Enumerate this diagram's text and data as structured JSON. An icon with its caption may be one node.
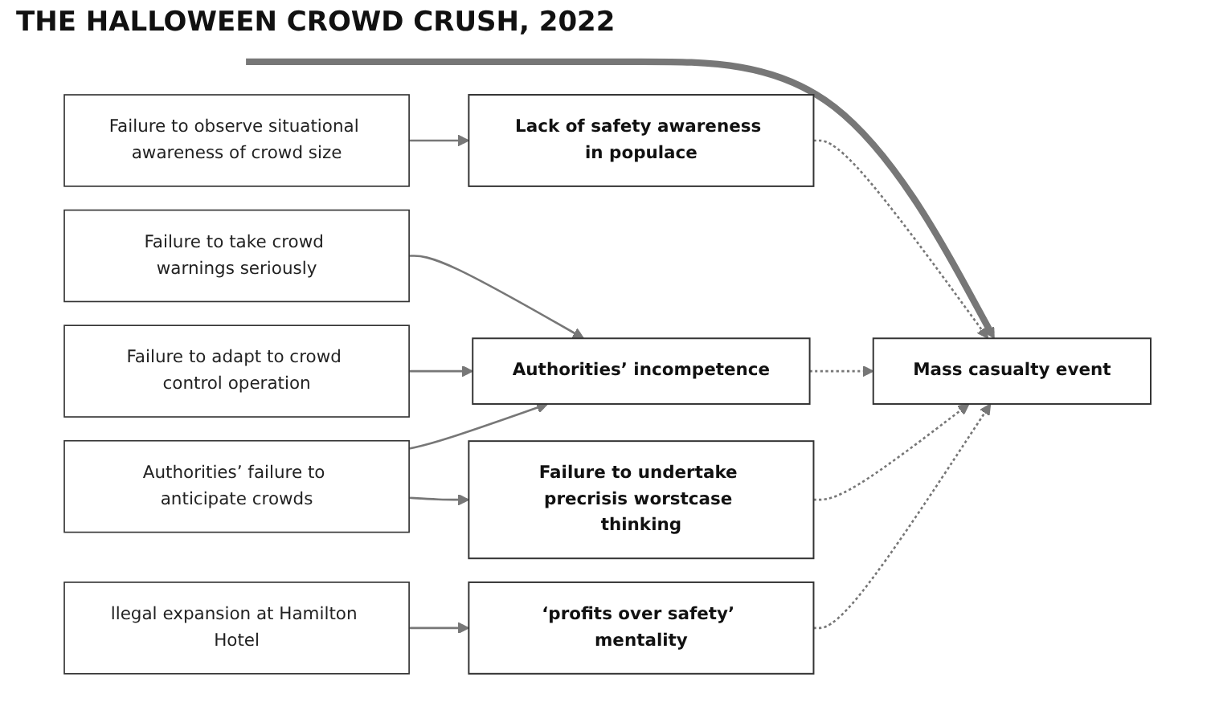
{
  "diagram": {
    "title": "THE HALLOWEEN CROWD CRUSH, 2022",
    "nodes": [
      {
        "text": [
          "Lack of safety awareness in populace"
        ]
      },
      {
        "text": [
          "Failure to observe situational awareness of crowd size"
        ]
      },
      {
        "text": [
          "Authorities’ incompetence"
        ]
      },
      {
        "text": [
          "Failure to take crowd warnings seriously"
        ]
      },
      {
        "text": [
          "Failure to adapt to crowd control operation"
        ]
      },
      {
        "text": [
          "Mass casualty event"
        ]
      },
      {
        "text": [
          "Authorities’ failure to anticipate crowds"
        ]
      },
      {
        "text": [
          "llegal expansion at Hamilton Hotel"
        ]
      },
      {
        "text": [
          "Failure to undertake precrisis worstcase thinking"
        ]
      },
      {
        "text": [
          "‘profits over safety’ mentality"
        ]
      }
    ],
    "edges": [
      {
        "from": null,
        "to": 5,
        "arrow": "to",
        "style": "thick"
      },
      {
        "from": 0,
        "to": 5,
        "arrow": "to",
        "style": "dashed"
      },
      {
        "from": 1,
        "to": 0,
        "arrow": "to"
      },
      {
        "from": 2,
        "to": 5,
        "arrow": "to",
        "style": "dashed"
      },
      {
        "from": 3,
        "to": 2,
        "arrow": "to"
      },
      {
        "from": 4,
        "to": 2,
        "arrow": "to"
      },
      {
        "from": 6,
        "to": 2,
        "arrow": "to"
      },
      {
        "from": 8,
        "to": 5,
        "arrow": "to",
        "style": "dashed"
      },
      {
        "from": 6,
        "to": 8,
        "arrow": "to"
      },
      {
        "from": 9,
        "to": 5,
        "arrow": "to",
        "style": "dashed"
      },
      {
        "from": 7,
        "to": 9,
        "arrow": "to"
      }
    ]
  }
}
